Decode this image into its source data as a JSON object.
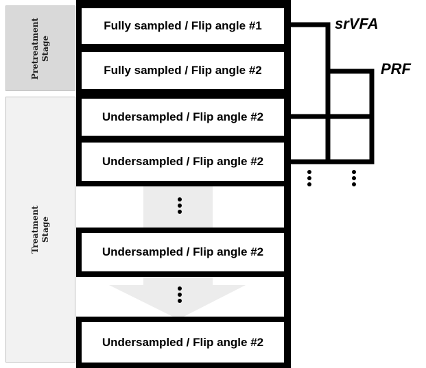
{
  "stages": {
    "pretreatment": {
      "label": "Pretreatment\nStage",
      "color": "#d9d9d9"
    },
    "treatment": {
      "label": "Treatment\nStage",
      "color": "#f2f2f2"
    }
  },
  "rows": [
    "Fully sampled / Flip angle #1",
    "Fully sampled / Flip angle #2",
    "Undersampled / Flip angle #2",
    "Undersampled / Flip angle #2",
    "Undersampled / Flip angle #2",
    "Undersampled / Flip angle #2"
  ],
  "methods": {
    "srvfa": "srVFA",
    "prf": "PRF"
  },
  "colors": {
    "arrow": "#ececec",
    "line": "#000000"
  }
}
